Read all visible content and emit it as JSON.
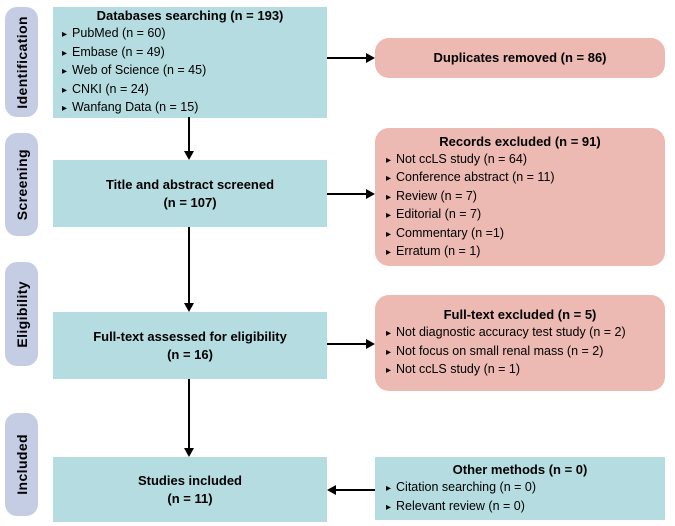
{
  "stages": [
    {
      "label": "Identification"
    },
    {
      "label": "Screening"
    },
    {
      "label": "Eligibility"
    },
    {
      "label": "Included"
    }
  ],
  "boxes": {
    "databases": {
      "title": "Databases searching (n = 193)",
      "items": [
        "PubMed (n = 60)",
        "Embase (n = 49)",
        "Web of Science (n = 45)",
        "CNKI (n = 24)",
        "Wanfang Data (n = 15)"
      ]
    },
    "duplicates_removed": {
      "title": "Duplicates removed (n = 86)"
    },
    "title_abstract_screened": {
      "line1": "Title and abstract screened",
      "line2": "(n = 107)"
    },
    "records_excluded": {
      "title": "Records excluded (n = 91)",
      "items": [
        "Not ccLS study (n = 64)",
        "Conference abstract (n = 11)",
        "Review (n = 7)",
        "Editorial (n = 7)",
        "Commentary (n =1)",
        "Erratum (n = 1)"
      ]
    },
    "fulltext_assessed": {
      "line1": "Full-text assessed for eligibility",
      "line2": "(n = 16)"
    },
    "fulltext_excluded": {
      "title": "Full-text excluded (n = 5)",
      "items": [
        "Not diagnostic accuracy test study (n = 2)",
        "Not focus on small renal mass (n = 2)",
        "Not ccLS study (n = 1)"
      ]
    },
    "studies_included": {
      "line1": "Studies included",
      "line2": "(n = 11)"
    },
    "other_methods": {
      "title": "Other methods (n = 0)",
      "items": [
        "Citation searching (n = 0)",
        "Relevant review (n = 0)"
      ]
    }
  },
  "glyphs": {
    "bullet": "▸"
  },
  "colors": {
    "box_teal": "#b5dce0",
    "box_pink": "#ecb9b3",
    "stage_lavender": "#c5cde5",
    "arrow_black": "#000000",
    "text": "#000000",
    "background": "#ffffff"
  }
}
